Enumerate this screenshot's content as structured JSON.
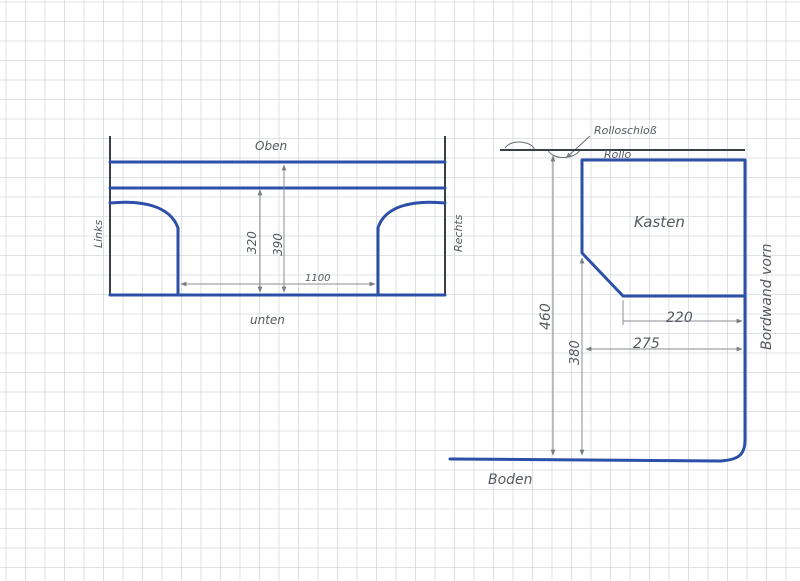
{
  "colors": {
    "paper": "#ffffff",
    "grid": "#d4d8dd",
    "outline": "#2c4fa8",
    "pencil": "#8a8e94",
    "text": "#555a60"
  },
  "front_view": {
    "label_top": "Oben",
    "label_bottom": "unten",
    "label_left": "Links",
    "label_right": "Rechts",
    "dim_height_inner": "320",
    "dim_height_outer": "390",
    "dim_width": "1100"
  },
  "side_view": {
    "label_roller_lock": "Rolloschloß",
    "label_roller": "Rollo",
    "label_box": "Kasten",
    "label_wall": "Bordwand vorn",
    "label_floor": "Boden",
    "dim_total_height": "460",
    "dim_box_height": "380",
    "dim_depth_upper": "220",
    "dim_depth_lower": "275"
  }
}
